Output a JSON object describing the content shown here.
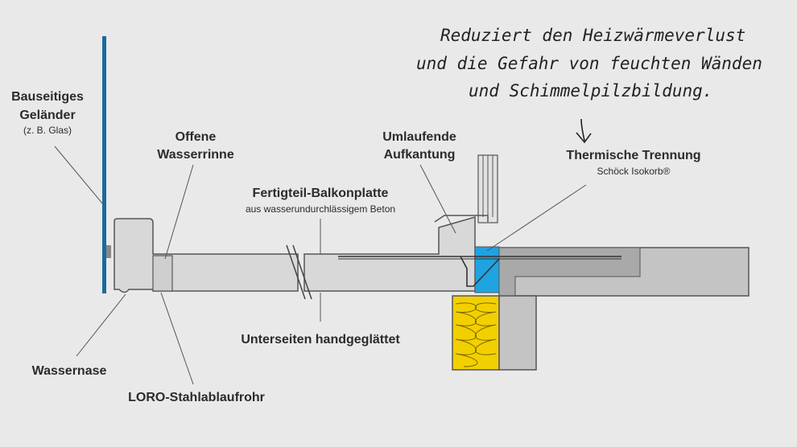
{
  "annotation": {
    "line1": "Reduziert den Heizwärmeverlust",
    "line2": "und die Gefahr von feuchten Wänden",
    "line3": "und Schimmelpilzbildung."
  },
  "labels": {
    "railing_line1": "Bauseitiges",
    "railing_line2": "Geländer",
    "railing_note": "(z. B. Glas)",
    "gutter_line1": "Offene",
    "gutter_line2": "Wasserrinne",
    "upstand_line1": "Umlaufende",
    "upstand_line2": "Aufkantung",
    "thermal_title": "Thermische Trennung",
    "thermal_product": "Schöck Isokorb®",
    "slab_title": "Fertigteil-Balkonplatte",
    "slab_note": "aus wasserundurchlässigem Beton",
    "underside": "Unterseiten handgeglättet",
    "drip": "Wassernase",
    "drainpipe": "LORO-Stahlablaufrohr"
  },
  "colors": {
    "background": "#e9e9e9",
    "concrete": "#d8d8d8",
    "wall_concrete": "#c4c4c4",
    "slab_core": "#a9a9a9",
    "isokorb": "#1fa3e0",
    "insulation": "#f2d000",
    "railing": "#1b6a9c"
  }
}
